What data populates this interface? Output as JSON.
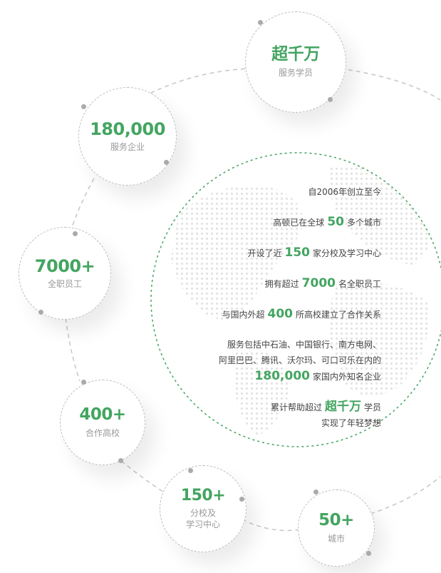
{
  "stats": {
    "students": {
      "value": "超千万",
      "label": "服务学员"
    },
    "enterprises": {
      "value": "180,000",
      "label": "服务企业"
    },
    "staff": {
      "value": "7000+",
      "label": "全职员工"
    },
    "universities": {
      "value": "400+",
      "label": "合作高校"
    },
    "centers": {
      "value": "150+",
      "label_line1": "分校及",
      "label_line2": "学习中心"
    },
    "cities": {
      "value": "50+",
      "label": "城市"
    }
  },
  "info": {
    "founded": "自2006年创立至今",
    "cities_pre": "高顿已在全球",
    "cities_num": "50",
    "cities_post": "多个城市",
    "centers_pre": "开设了近",
    "centers_num": "150",
    "centers_post": "家分校及学习中心",
    "staff_pre": "拥有超过",
    "staff_num": "7000",
    "staff_post": "名全职员工",
    "univ_pre": "与国内外超",
    "univ_num": "400",
    "univ_post": "所高校建立了合作关系",
    "clients_line1": "服务包括中石油、中国银行、南方电网、",
    "clients_line2": "阿里巴巴、腾讯、沃尔玛、可口可乐在内的",
    "clients_num": "180,000",
    "clients_post": "家国内外知名企业",
    "students_pre": "累计帮助超过",
    "students_num": "超千万",
    "students_post": "学员",
    "students_line2": "实现了年轻梦想"
  },
  "colors": {
    "accent": "#43a560",
    "dash": "#bdbdbd",
    "text": "#444444",
    "muted": "#999999"
  }
}
